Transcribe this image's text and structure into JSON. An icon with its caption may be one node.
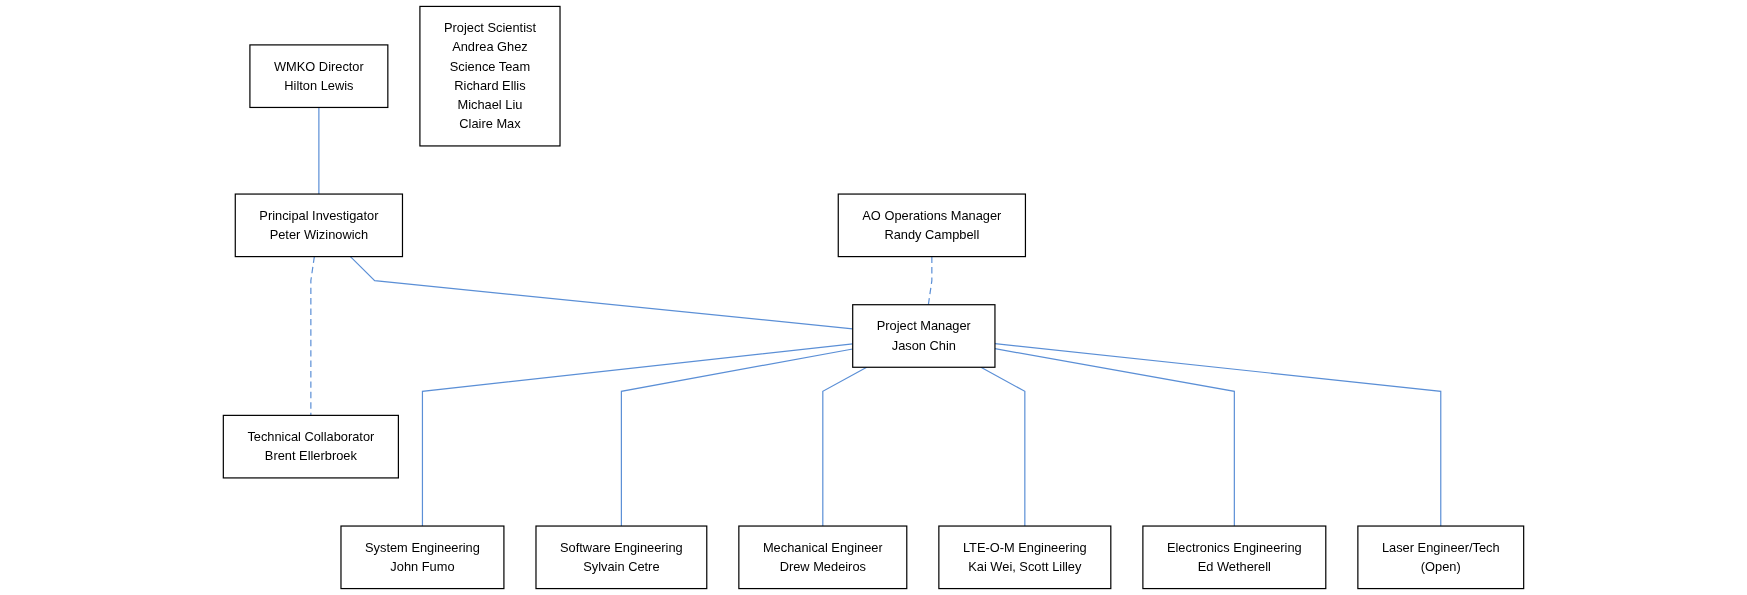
{
  "diagram": {
    "nodes": [
      {
        "text": [
          "WMKO Director",
          "Hilton Lewis"
        ]
      },
      {
        "text": [
          "Principal Investigator",
          "Peter Wizinowich"
        ]
      },
      {
        "text": [
          "Project Scientist",
          "Andrea Ghez",
          "Science Team",
          "Richard Ellis",
          "Michael Liu",
          "Claire Max"
        ]
      },
      {
        "text": [
          "AO Operations Manager",
          "Randy Campbell"
        ]
      },
      {
        "text": [
          "Project Manager",
          "Jason Chin"
        ]
      },
      {
        "text": [
          "Technical Collaborator",
          "Brent Ellerbroek"
        ]
      },
      {
        "text": [
          "System Engineering",
          "John Fumo"
        ]
      },
      {
        "text": [
          "Software Engineering",
          "Sylvain Cetre"
        ]
      },
      {
        "text": [
          "Mechanical Engineer",
          "Drew Medeiros"
        ]
      },
      {
        "text": [
          "LTE-O-M Engineering",
          "Kai Wei, Scott Lilley"
        ]
      },
      {
        "text": [
          "Electronics Engineering",
          "Ed Wetherell"
        ]
      },
      {
        "text": [
          "Laser Engineer/Tech",
          "(Open)"
        ]
      }
    ],
    "edges": [
      {
        "from": 0,
        "to": 1,
        "arrow": "none"
      },
      {
        "from": 1,
        "to": 4,
        "arrow": "none"
      },
      {
        "from": 1,
        "to": 5,
        "arrow": "none",
        "style": "dashed"
      },
      {
        "from": 3,
        "to": 4,
        "arrow": "none",
        "style": "dashed"
      },
      {
        "from": 4,
        "to": 6,
        "arrow": "none"
      },
      {
        "from": 4,
        "to": 7,
        "arrow": "none"
      },
      {
        "from": 4,
        "to": 8,
        "arrow": "none"
      },
      {
        "from": 4,
        "to": 9,
        "arrow": "none"
      },
      {
        "from": 4,
        "to": 10,
        "arrow": "none"
      },
      {
        "from": 4,
        "to": 11,
        "arrow": "none"
      }
    ]
  }
}
